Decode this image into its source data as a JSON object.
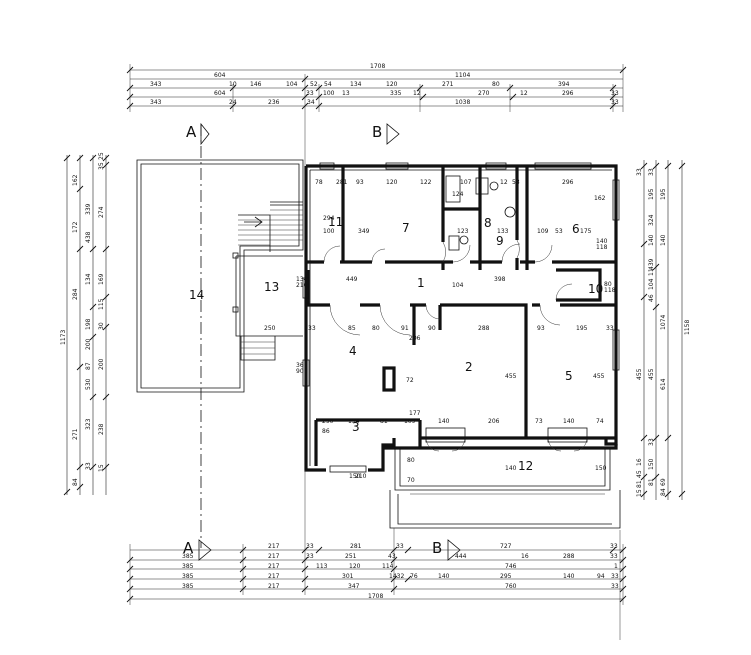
{
  "drawing": {
    "section_markers": [
      "A",
      "B"
    ],
    "rooms": [
      "1",
      "2",
      "3",
      "4",
      "5",
      "6",
      "7",
      "8",
      "9",
      "10",
      "11",
      "12",
      "13",
      "14"
    ],
    "dims_top": {
      "total": "1708",
      "row1": [
        "604",
        "1104"
      ],
      "row2": [
        "343",
        "10",
        "146",
        "104",
        "52",
        "54",
        "134",
        "120",
        "271",
        "80",
        "394"
      ],
      "row3": [
        "604",
        "33",
        "100",
        "13",
        "335",
        "12",
        "270",
        "12",
        "296",
        "33"
      ],
      "row4": [
        "343",
        "24",
        "236",
        "34",
        "1038",
        "33"
      ]
    },
    "dims_bottom": {
      "row1": [
        "217",
        "33",
        "281",
        "33",
        "727",
        "33"
      ],
      "row2": [
        "385",
        "217",
        "33",
        "251",
        "43",
        "444",
        "16",
        "288",
        "33"
      ],
      "row3": [
        "385",
        "217",
        "113",
        "120",
        "114",
        "746",
        "1"
      ],
      "row4": [
        "385",
        "217",
        "301",
        "1432",
        "76",
        "140",
        "295",
        "140",
        "94",
        "33"
      ],
      "row5": [
        "385",
        "217",
        "347",
        "760",
        "33"
      ],
      "total": "1708"
    },
    "dims_left": {
      "total": "1173",
      "col1": [
        "162",
        "172",
        "284",
        "271",
        "84"
      ],
      "col2": [
        "339",
        "438",
        "134",
        "198",
        "87",
        "200",
        "530",
        "323",
        "33"
      ],
      "col3": [
        "35",
        "25",
        "274",
        "169",
        "115",
        "30",
        "200",
        "238",
        "15"
      ]
    },
    "dims_right": {
      "total": "1158",
      "col1": [
        "33",
        "195",
        "324",
        "140",
        "439",
        "104",
        "46",
        "1074",
        "455",
        "614",
        "33",
        "150",
        "81",
        "69",
        "84"
      ],
      "col2": [
        "33",
        "195",
        "140",
        "11",
        "455",
        "16",
        "45",
        "81",
        "15"
      ]
    },
    "inner": {
      "t1": [
        "78",
        "281",
        "93",
        "120",
        "122",
        "107",
        "12",
        "53",
        "296"
      ],
      "t2": [
        "100",
        "294",
        "349",
        "124",
        "123",
        "133",
        "109",
        "53",
        "175",
        "162"
      ],
      "t3": [
        "134",
        "210",
        "449",
        "104",
        "398",
        "140",
        "118",
        "80",
        "118"
      ],
      "t4": [
        "33",
        "85",
        "80",
        "91",
        "90",
        "206",
        "288",
        "93",
        "195",
        "33"
      ],
      "t5": [
        "72",
        "455",
        "455",
        "36",
        "90"
      ],
      "t6": [
        "134",
        "81",
        "109",
        "177",
        "140",
        "206",
        "73",
        "140",
        "74",
        "290",
        "86"
      ],
      "t7": [
        "150",
        "210",
        "80",
        "70",
        "140",
        "150",
        "250"
      ]
    }
  }
}
